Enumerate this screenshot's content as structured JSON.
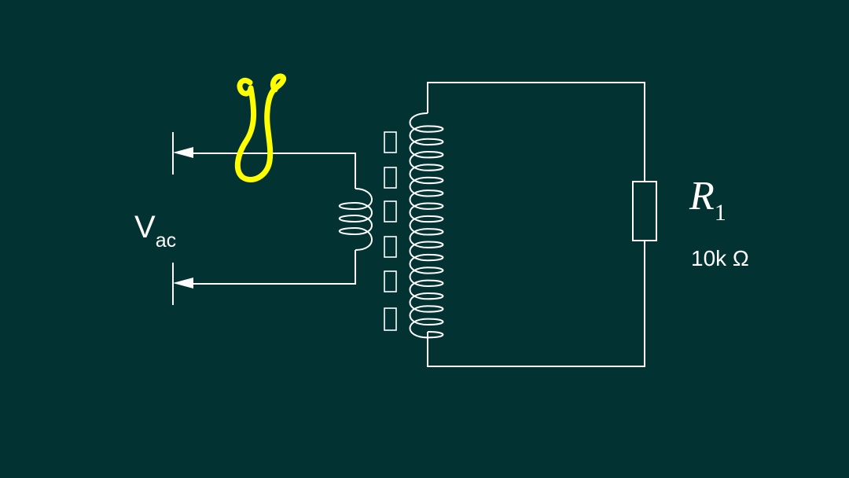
{
  "colors": {
    "background": "#023232",
    "wire": "#ffffff",
    "annotation": "#ffff00"
  },
  "labels": {
    "source_main": "V",
    "source_sub": "ac",
    "resistor_main": "R",
    "resistor_sub": "1",
    "resistor_value": "10k Ω"
  }
}
